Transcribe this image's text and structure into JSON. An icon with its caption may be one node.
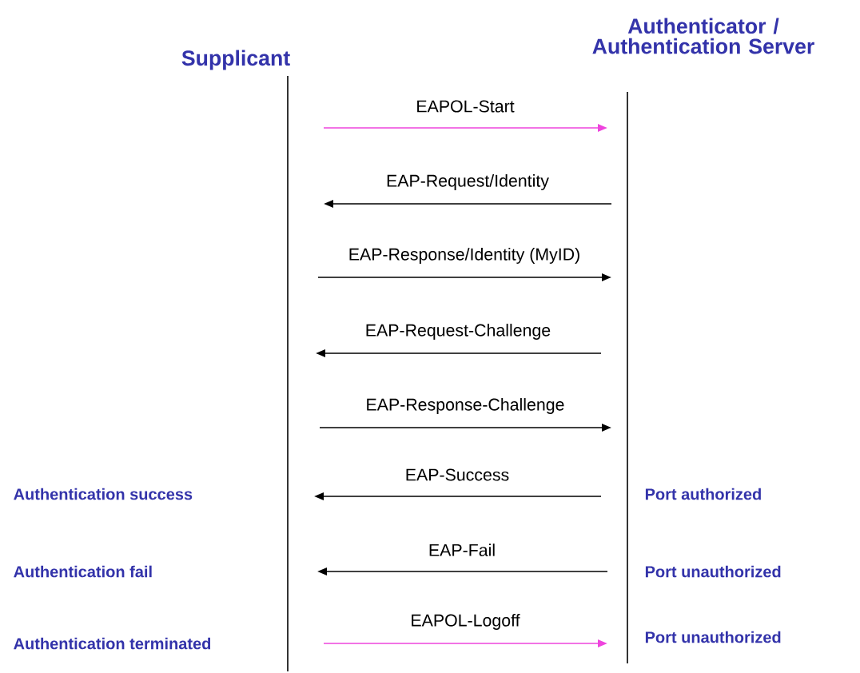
{
  "diagram": {
    "nodes": [
      {
        "text": [
          "Supplicant"
        ]
      },
      {
        "text": [
          "Authenticator / Authentication Server"
        ]
      }
    ],
    "edges": [
      {
        "from": 0,
        "to": 1,
        "arrow": "to",
        "label": "EAPOL-Start",
        "color": "#ee44dd"
      },
      {
        "from": 1,
        "to": 0,
        "arrow": "to",
        "label": "EAP-Request/Identity"
      },
      {
        "from": 0,
        "to": 1,
        "arrow": "to",
        "label": "EAP-Response/Identity (MyID)"
      },
      {
        "from": 1,
        "to": 0,
        "arrow": "to",
        "label": "EAP-Request-Challenge"
      },
      {
        "from": 0,
        "to": 1,
        "arrow": "to",
        "label": "EAP-Response-Challenge"
      },
      {
        "from": 1,
        "to": 0,
        "arrow": "to",
        "label": "EAP-Success"
      },
      {
        "from": 1,
        "to": 0,
        "arrow": "to",
        "label": "EAP-Fail"
      },
      {
        "from": 0,
        "to": 1,
        "arrow": "to",
        "label": "EAPOL-Logoff",
        "color": "#ee44dd"
      }
    ],
    "labels": [
      "Authentication success",
      "Port authorized",
      "Authentication fail",
      "Port unauthorized",
      "Authentication terminated",
      "Port unauthorized"
    ]
  }
}
